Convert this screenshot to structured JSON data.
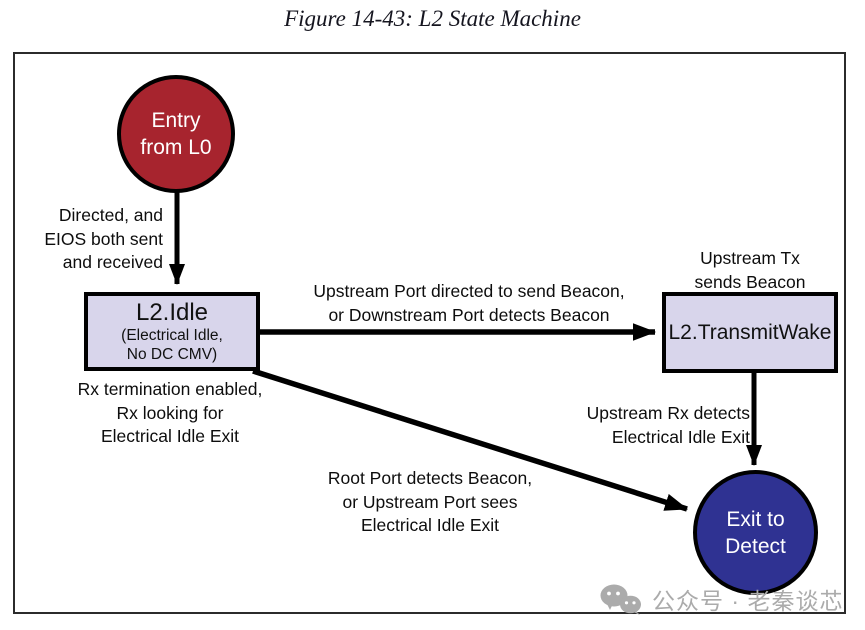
{
  "page": {
    "title": "Figure 14-43: L2 State Machine"
  },
  "colors": {
    "entry_fill": "#A7242E",
    "exit_fill": "#2F3292",
    "state_fill": "#D8D5EB",
    "node_border": "#000000",
    "arrow": "#000000",
    "watermark": "#ABABAB"
  },
  "nodes": {
    "entry": {
      "lines": [
        "Entry",
        "from L0"
      ]
    },
    "l2_idle": {
      "title": "L2.Idle",
      "sub": [
        "(Electrical Idle,",
        "No DC CMV)"
      ]
    },
    "l2_transmit_wake": {
      "label": "L2.TransmitWake"
    },
    "exit_to_detect": {
      "lines": [
        "Exit to",
        "Detect"
      ]
    }
  },
  "edge_labels": {
    "entry_to_idle": [
      "Directed, and",
      "EIOS both sent",
      "and received"
    ],
    "idle_to_wake": [
      "Upstream Port directed to send Beacon,",
      "or Downstream Port detects Beacon"
    ],
    "wake_note": [
      "Upstream Tx",
      "sends Beacon"
    ],
    "wake_to_exit": [
      "Upstream Rx detects",
      "Electrical Idle Exit"
    ],
    "idle_note": [
      "Rx termination enabled,",
      "Rx looking for",
      "Electrical Idle Exit"
    ],
    "idle_to_exit": [
      "Root Port detects Beacon,",
      "or Upstream Port sees",
      "Electrical Idle Exit"
    ]
  },
  "watermark": {
    "text": "公众号 · 老秦谈芯"
  }
}
